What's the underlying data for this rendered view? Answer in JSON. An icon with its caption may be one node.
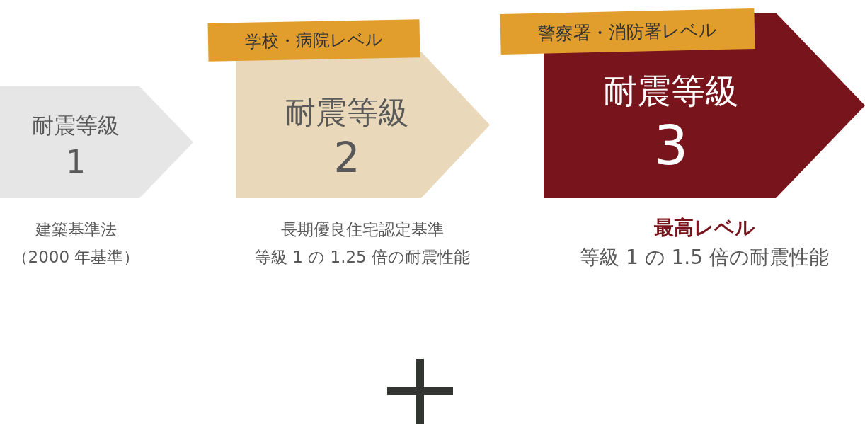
{
  "diagram": {
    "nodes": [
      {
        "text": [
          "耐震等級",
          "1"
        ],
        "beside": [
          "建築基準法",
          "（2000 年基準）"
        ]
      },
      {
        "text": [
          "学校・病院レベル"
        ]
      },
      {
        "text": [
          "耐震等級",
          "2"
        ],
        "beside": [
          "長期優良住宅認定基準",
          "等級 1 の 1.25 倍の耐震性能"
        ]
      },
      {
        "text": [
          "警察署・消防署レベル"
        ]
      },
      {
        "text": [
          "耐震等級",
          "3"
        ],
        "beside": [
          "最高レベル",
          "等級 1 の 1.5 倍の耐震性能"
        ]
      }
    ]
  }
}
